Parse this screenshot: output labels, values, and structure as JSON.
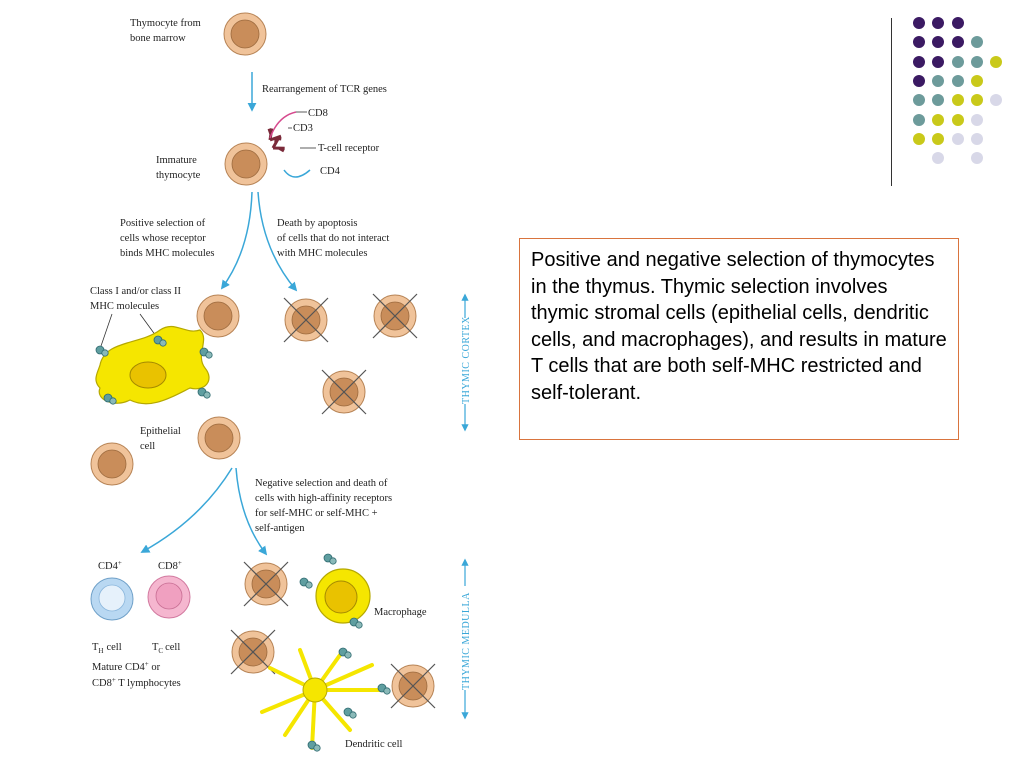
{
  "caption": "Positive and negative selection of thymocytes in the thymus. Thymic selection involves thymic stromal cells (epithelial cells, dendritic cells, and macrophages), and results in mature T cells that are both self-MHC restricted and self-tolerant.",
  "labels": {
    "thymocyte_from_1": "Thymocyte from",
    "thymocyte_from_2": "bone marrow",
    "rearrangement": "Rearrangement of TCR genes",
    "cd8": "CD8",
    "cd3": "CD3",
    "tcr": "T-cell receptor",
    "cd4": "CD4",
    "immature_1": "Immature",
    "immature_2": "thymocyte",
    "pos_sel_1": "Positive selection of",
    "pos_sel_2": "cells whose receptor",
    "pos_sel_3": "binds MHC molecules",
    "death_1": "Death by apoptosis",
    "death_2": "of cells that do not interact",
    "death_3": "with MHC molecules",
    "class_1": "Class I and/or class II",
    "class_2": "MHC molecules",
    "epithelial_1": "Epithelial",
    "epithelial_2": "cell",
    "neg_sel_1": "Negative selection and death of",
    "neg_sel_2": "cells with high-affinity receptors",
    "neg_sel_3": "for self-MHC or self-MHC +",
    "neg_sel_4": "self-antigen",
    "cd4plus": "CD4",
    "cd8plus": "CD8",
    "th_cell": "T",
    "th_sub": "H",
    "tc_cell": "T",
    "tc_sub": "C",
    "cell_word": "cell",
    "mature_1": "Mature CD4",
    "mature_1b": " or",
    "mature_2": "CD8",
    "mature_2b": " T lymphocytes",
    "plus": "+",
    "macrophage": "Macrophage",
    "dendritic": "Dendritic cell",
    "thymic_cortex": "THYMIC CORTEX",
    "thymic_medulla": "THYMIC MEDULLA"
  },
  "colors": {
    "accent_border": "#d9743e",
    "arrow": "#3aa7d8",
    "cell_outer": "#f0c39a",
    "cell_inner": "#c98d5a",
    "stromal_yellow": "#f5e600",
    "cd4_blue": "#b9d8f2",
    "cd8_pink": "#f5b6cf",
    "dot_purple": "#3b1a63",
    "dot_teal": "#6d9b9b",
    "dot_yellow": "#c9c91a",
    "dot_lavender": "#d8d8e8"
  },
  "decoration": {
    "dot_grid": [
      [
        "dot_purple",
        "dot_purple",
        "dot_purple",
        null,
        null
      ],
      [
        "dot_purple",
        "dot_purple",
        "dot_purple",
        "dot_teal",
        null
      ],
      [
        "dot_purple",
        "dot_purple",
        "dot_teal",
        "dot_teal",
        "dot_yellow"
      ],
      [
        "dot_purple",
        "dot_teal",
        "dot_teal",
        "dot_yellow",
        null
      ],
      [
        "dot_teal",
        "dot_teal",
        "dot_yellow",
        "dot_yellow",
        "dot_lavender"
      ],
      [
        "dot_teal",
        "dot_yellow",
        "dot_yellow",
        "dot_lavender",
        null
      ],
      [
        "dot_yellow",
        "dot_yellow",
        "dot_lavender",
        "dot_lavender",
        null
      ],
      [
        null,
        "dot_lavender",
        null,
        "dot_lavender",
        null
      ]
    ]
  }
}
